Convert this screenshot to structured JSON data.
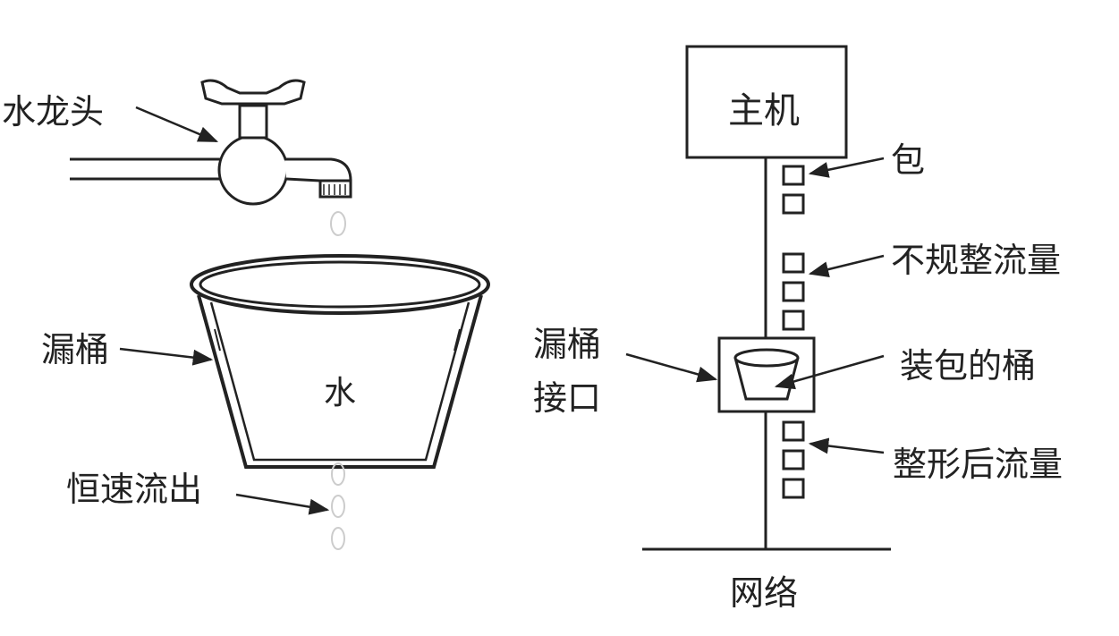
{
  "left_diagram": {
    "faucet_label": "水龙头",
    "bucket_label": "漏桶",
    "water_label": "水",
    "outflow_label": "恒速流出"
  },
  "right_diagram": {
    "host_label": "主机",
    "packet_label": "包",
    "irregular_flow_label": "不规整流量",
    "interface_label_line1": "漏桶",
    "interface_label_line2": "接口",
    "bucket_with_packets_label": "装包的桶",
    "shaped_flow_label": "整形后流量",
    "network_label": "网络"
  }
}
